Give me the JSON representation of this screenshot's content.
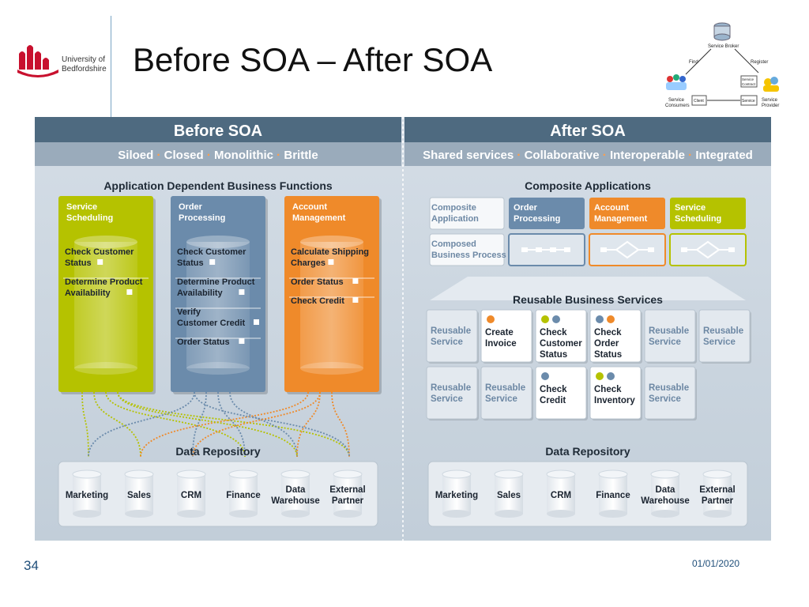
{
  "slide": {
    "title": "Before SOA – After SOA",
    "page_number": "34",
    "date": "01/01/2020"
  },
  "logo": {
    "line1": "University of",
    "line2": "Bedfordshire",
    "brand_color": "#c8102e"
  },
  "soa_triangle": {
    "service_broker": "Service Broker",
    "find": "Find",
    "register": "Register",
    "service_contract_1": "Service",
    "service_contract_2": "Contract",
    "service_consumers_1": "Service",
    "service_consumers_2": "Consumers",
    "client": "Client",
    "service": "Service",
    "service_provider_1": "Service",
    "service_provider_2": "Provider"
  },
  "before": {
    "header": "Before SOA",
    "traits": [
      "Siloed",
      "Closed",
      "Monolithic",
      "Brittle"
    ],
    "section_title": "Application Dependent Business Functions",
    "silos": [
      {
        "title1": "Service",
        "title2": "Scheduling",
        "color": "#b5c200",
        "items": [
          [
            "Check Customer",
            "Status"
          ],
          [
            "Determine Product",
            "Availability"
          ]
        ]
      },
      {
        "title1": "Order",
        "title2": "Processing",
        "color": "#6b8bab",
        "items": [
          [
            "Check Customer",
            "Status"
          ],
          [
            "Determine Product",
            "Availability"
          ],
          [
            "Verify",
            "Customer Credit"
          ],
          [
            "Order Status"
          ]
        ]
      },
      {
        "title1": "Account",
        "title2": "Management",
        "color": "#ef8a2a",
        "items": [
          [
            "Calculate Shipping",
            "Charges"
          ],
          [
            "Order Status"
          ],
          [
            "Check Credit"
          ]
        ]
      }
    ],
    "repository_title": "Data Repository",
    "repositories": [
      [
        "Marketing"
      ],
      [
        "Sales"
      ],
      [
        "CRM"
      ],
      [
        "Finance"
      ],
      [
        "Data",
        "Warehouse"
      ],
      [
        "External",
        "Partner"
      ]
    ]
  },
  "after": {
    "header": "After SOA",
    "traits": [
      "Shared services",
      "Collaborative",
      "Interoperable",
      "Integrated"
    ],
    "composite_title": "Composite Applications",
    "composite_labels": [
      {
        "line1": "Composite",
        "line2": "Application"
      },
      {
        "line1": "Composed",
        "line2": "Business Process"
      }
    ],
    "composite_apps": [
      {
        "line1": "Order",
        "line2": "Processing",
        "color": "#6b8bab"
      },
      {
        "line1": "Account",
        "line2": "Management",
        "color": "#ef8a2a"
      },
      {
        "line1": "Service",
        "line2": "Scheduling",
        "color": "#b5c200"
      }
    ],
    "services_title": "Reusable Business Services",
    "services_row1": [
      {
        "lines": [
          "Reusable",
          "Service"
        ],
        "style": "generic",
        "dots": []
      },
      {
        "lines": [
          "Create",
          "Invoice"
        ],
        "style": "active",
        "dots": [
          "#ef8a2a"
        ]
      },
      {
        "lines": [
          "Check",
          "Customer",
          "Status"
        ],
        "style": "active",
        "dots": [
          "#b5c200",
          "#6b8bab"
        ]
      },
      {
        "lines": [
          "Check",
          "Order",
          "Status"
        ],
        "style": "active",
        "dots": [
          "#6b8bab",
          "#ef8a2a"
        ]
      },
      {
        "lines": [
          "Reusable",
          "Service"
        ],
        "style": "generic",
        "dots": []
      },
      {
        "lines": [
          "Reusable",
          "Service"
        ],
        "style": "generic",
        "dots": []
      }
    ],
    "services_row2": [
      {
        "lines": [
          "Reusable",
          "Service"
        ],
        "style": "generic",
        "dots": []
      },
      {
        "lines": [
          "Reusable",
          "Service"
        ],
        "style": "generic",
        "dots": []
      },
      {
        "lines": [
          "Check",
          "Credit"
        ],
        "style": "active",
        "dots": [
          "#6b8bab"
        ]
      },
      {
        "lines": [
          "Check",
          "Inventory"
        ],
        "style": "active",
        "dots": [
          "#b5c200",
          "#6b8bab"
        ]
      },
      {
        "lines": [
          "Reusable",
          "Service"
        ],
        "style": "generic",
        "dots": []
      }
    ],
    "repository_title": "Data Repository",
    "repositories": [
      [
        "Marketing"
      ],
      [
        "Sales"
      ],
      [
        "CRM"
      ],
      [
        "Finance"
      ],
      [
        "Data",
        "Warehouse"
      ],
      [
        "External",
        "Partner"
      ]
    ]
  }
}
